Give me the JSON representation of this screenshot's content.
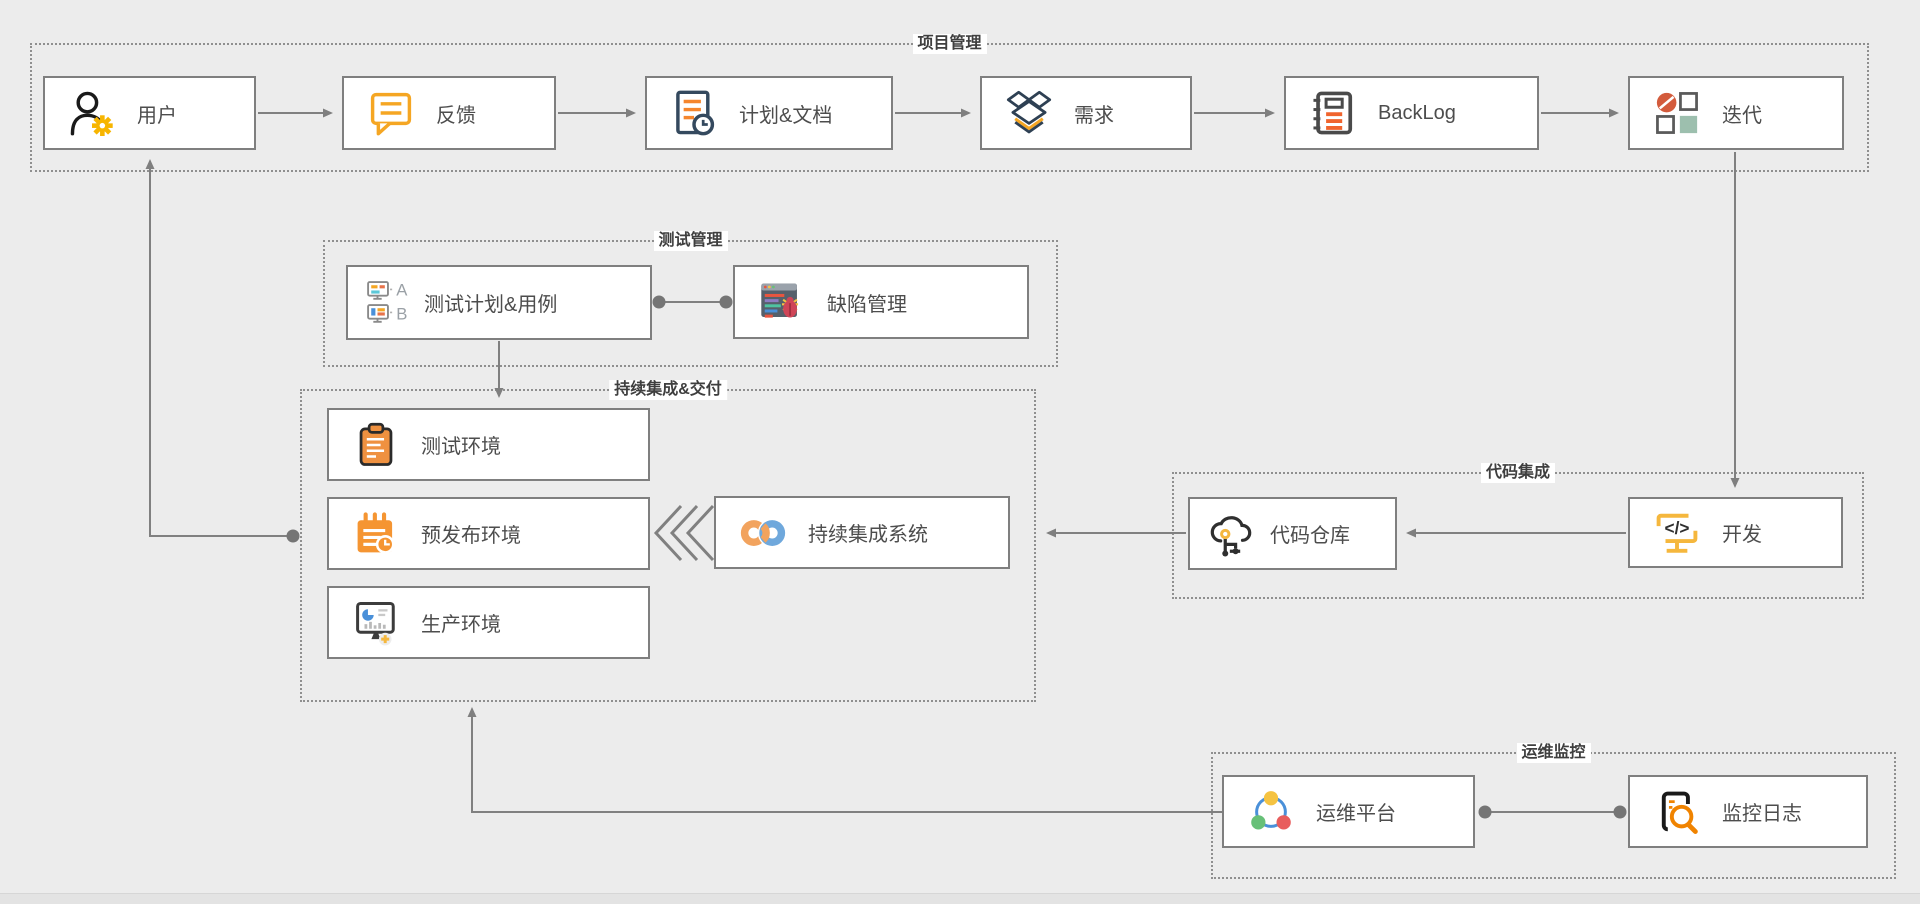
{
  "groups": {
    "project": {
      "label": "项目管理"
    },
    "test": {
      "label": "测试管理"
    },
    "ci": {
      "label": "持续集成&交付"
    },
    "code": {
      "label": "代码集成"
    },
    "ops": {
      "label": "运维监控"
    }
  },
  "nodes": {
    "user": {
      "label": "用户",
      "icon": "user-gear-icon"
    },
    "feedback": {
      "label": "反馈",
      "icon": "feedback-bubble-icon"
    },
    "plan": {
      "label": "计划&文档",
      "icon": "plan-doc-clock-icon"
    },
    "requirement": {
      "label": "需求",
      "icon": "requirement-box-icon"
    },
    "backlog": {
      "label": "BackLog",
      "icon": "backlog-notebook-icon"
    },
    "iteration": {
      "label": "迭代",
      "icon": "iteration-grid-icon"
    },
    "testplan": {
      "label": "测试计划&用例",
      "icon": "ab-test-monitors-icon",
      "letter_a": "A",
      "letter_b": "B"
    },
    "defect": {
      "label": "缺陷管理",
      "icon": "bug-window-icon"
    },
    "testenv": {
      "label": "测试环境",
      "icon": "clipboard-icon"
    },
    "preprod": {
      "label": "预发布环境",
      "icon": "calendar-clock-icon"
    },
    "prod": {
      "label": "生产环境",
      "icon": "monitor-chart-plus-icon"
    },
    "cisys": {
      "label": "持续集成系统",
      "icon": "infinity-loop-icon"
    },
    "repo": {
      "label": "代码仓库",
      "icon": "cloud-branch-icon"
    },
    "dev": {
      "label": "开发",
      "icon": "code-monitor-icon",
      "icon_text": "</>"
    },
    "opsplat": {
      "label": "运维平台",
      "icon": "tri-node-icon"
    },
    "monlog": {
      "label": "监控日志",
      "icon": "log-search-icon"
    }
  },
  "colors": {
    "background": "#ececec",
    "node_border": "#7f7f7f",
    "group_border": "#8f8f8f",
    "wire": "#808080",
    "accent_orange": "#f5a623",
    "accent_deep_orange": "#ee7028",
    "accent_navy": "#34495e",
    "accent_blue": "#5b9bd5",
    "accent_green": "#67c078",
    "accent_red": "#d9534f",
    "accent_yellow": "#f5c342"
  }
}
